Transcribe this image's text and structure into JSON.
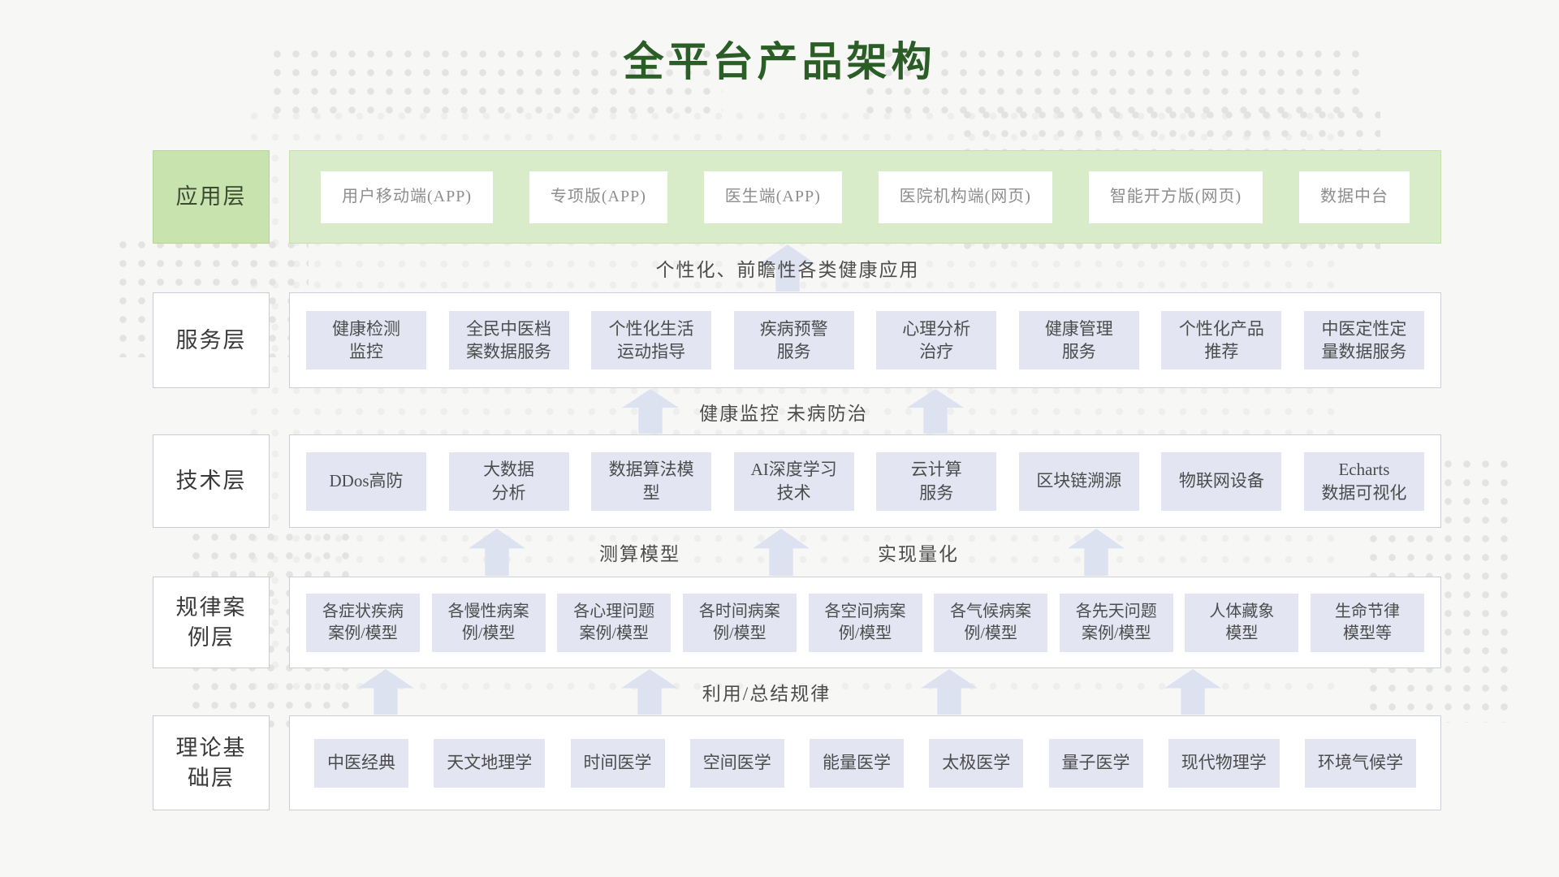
{
  "title": "全平台产品架构",
  "layers": [
    {
      "label": "应用层",
      "items": [
        "用户移动端(APP)",
        "专项版(APP)",
        "医生端(APP)",
        "医院机构端(网页)",
        "智能开方版(网页)",
        "数据中台"
      ]
    },
    {
      "label": "服务层",
      "items": [
        "健康检测\n监控",
        "全民中医档\n案数据服务",
        "个性化生活\n运动指导",
        "疾病预警\n服务",
        "心理分析\n治疗",
        "健康管理\n服务",
        "个性化产品\n推荐",
        "中医定性定\n量数据服务"
      ]
    },
    {
      "label": "技术层",
      "items": [
        "DDos高防",
        "大数据\n分析",
        "数据算法模\n型",
        "AI深度学习\n技术",
        "云计算\n服务",
        "区块链溯源",
        "物联网设备",
        "Echarts\n数据可视化"
      ]
    },
    {
      "label": "规律案\n例层",
      "items": [
        "各症状疾病\n案例/模型",
        "各慢性病案\n例/模型",
        "各心理问题\n案例/模型",
        "各时间病案\n例/模型",
        "各空间病案\n例/模型",
        "各气候病案\n例/模型",
        "各先天问题\n案例/模型",
        "人体藏象\n模型",
        "生命节律\n模型等"
      ]
    },
    {
      "label": "理论基\n础层",
      "items": [
        "中医经典",
        "天文地理学",
        "时间医学",
        "空间医学",
        "能量医学",
        "太极医学",
        "量子医学",
        "现代物理学",
        "环境气候学"
      ]
    }
  ],
  "connectors": [
    {
      "labels": [
        "个性化、前瞻性各类健康应用"
      ]
    },
    {
      "labels": [
        "健康监控 未病防治"
      ]
    },
    {
      "labels": [
        "测算模型",
        "实现量化"
      ]
    },
    {
      "labels": [
        "利用/总结规律"
      ]
    }
  ],
  "colors": {
    "title_green": "#2b5d26",
    "layer_green": "#d9ecc9",
    "label_green": "#c9e3ae",
    "node_lavender": "#e3e6f2",
    "arrow_lavender": "#dde2f0"
  }
}
